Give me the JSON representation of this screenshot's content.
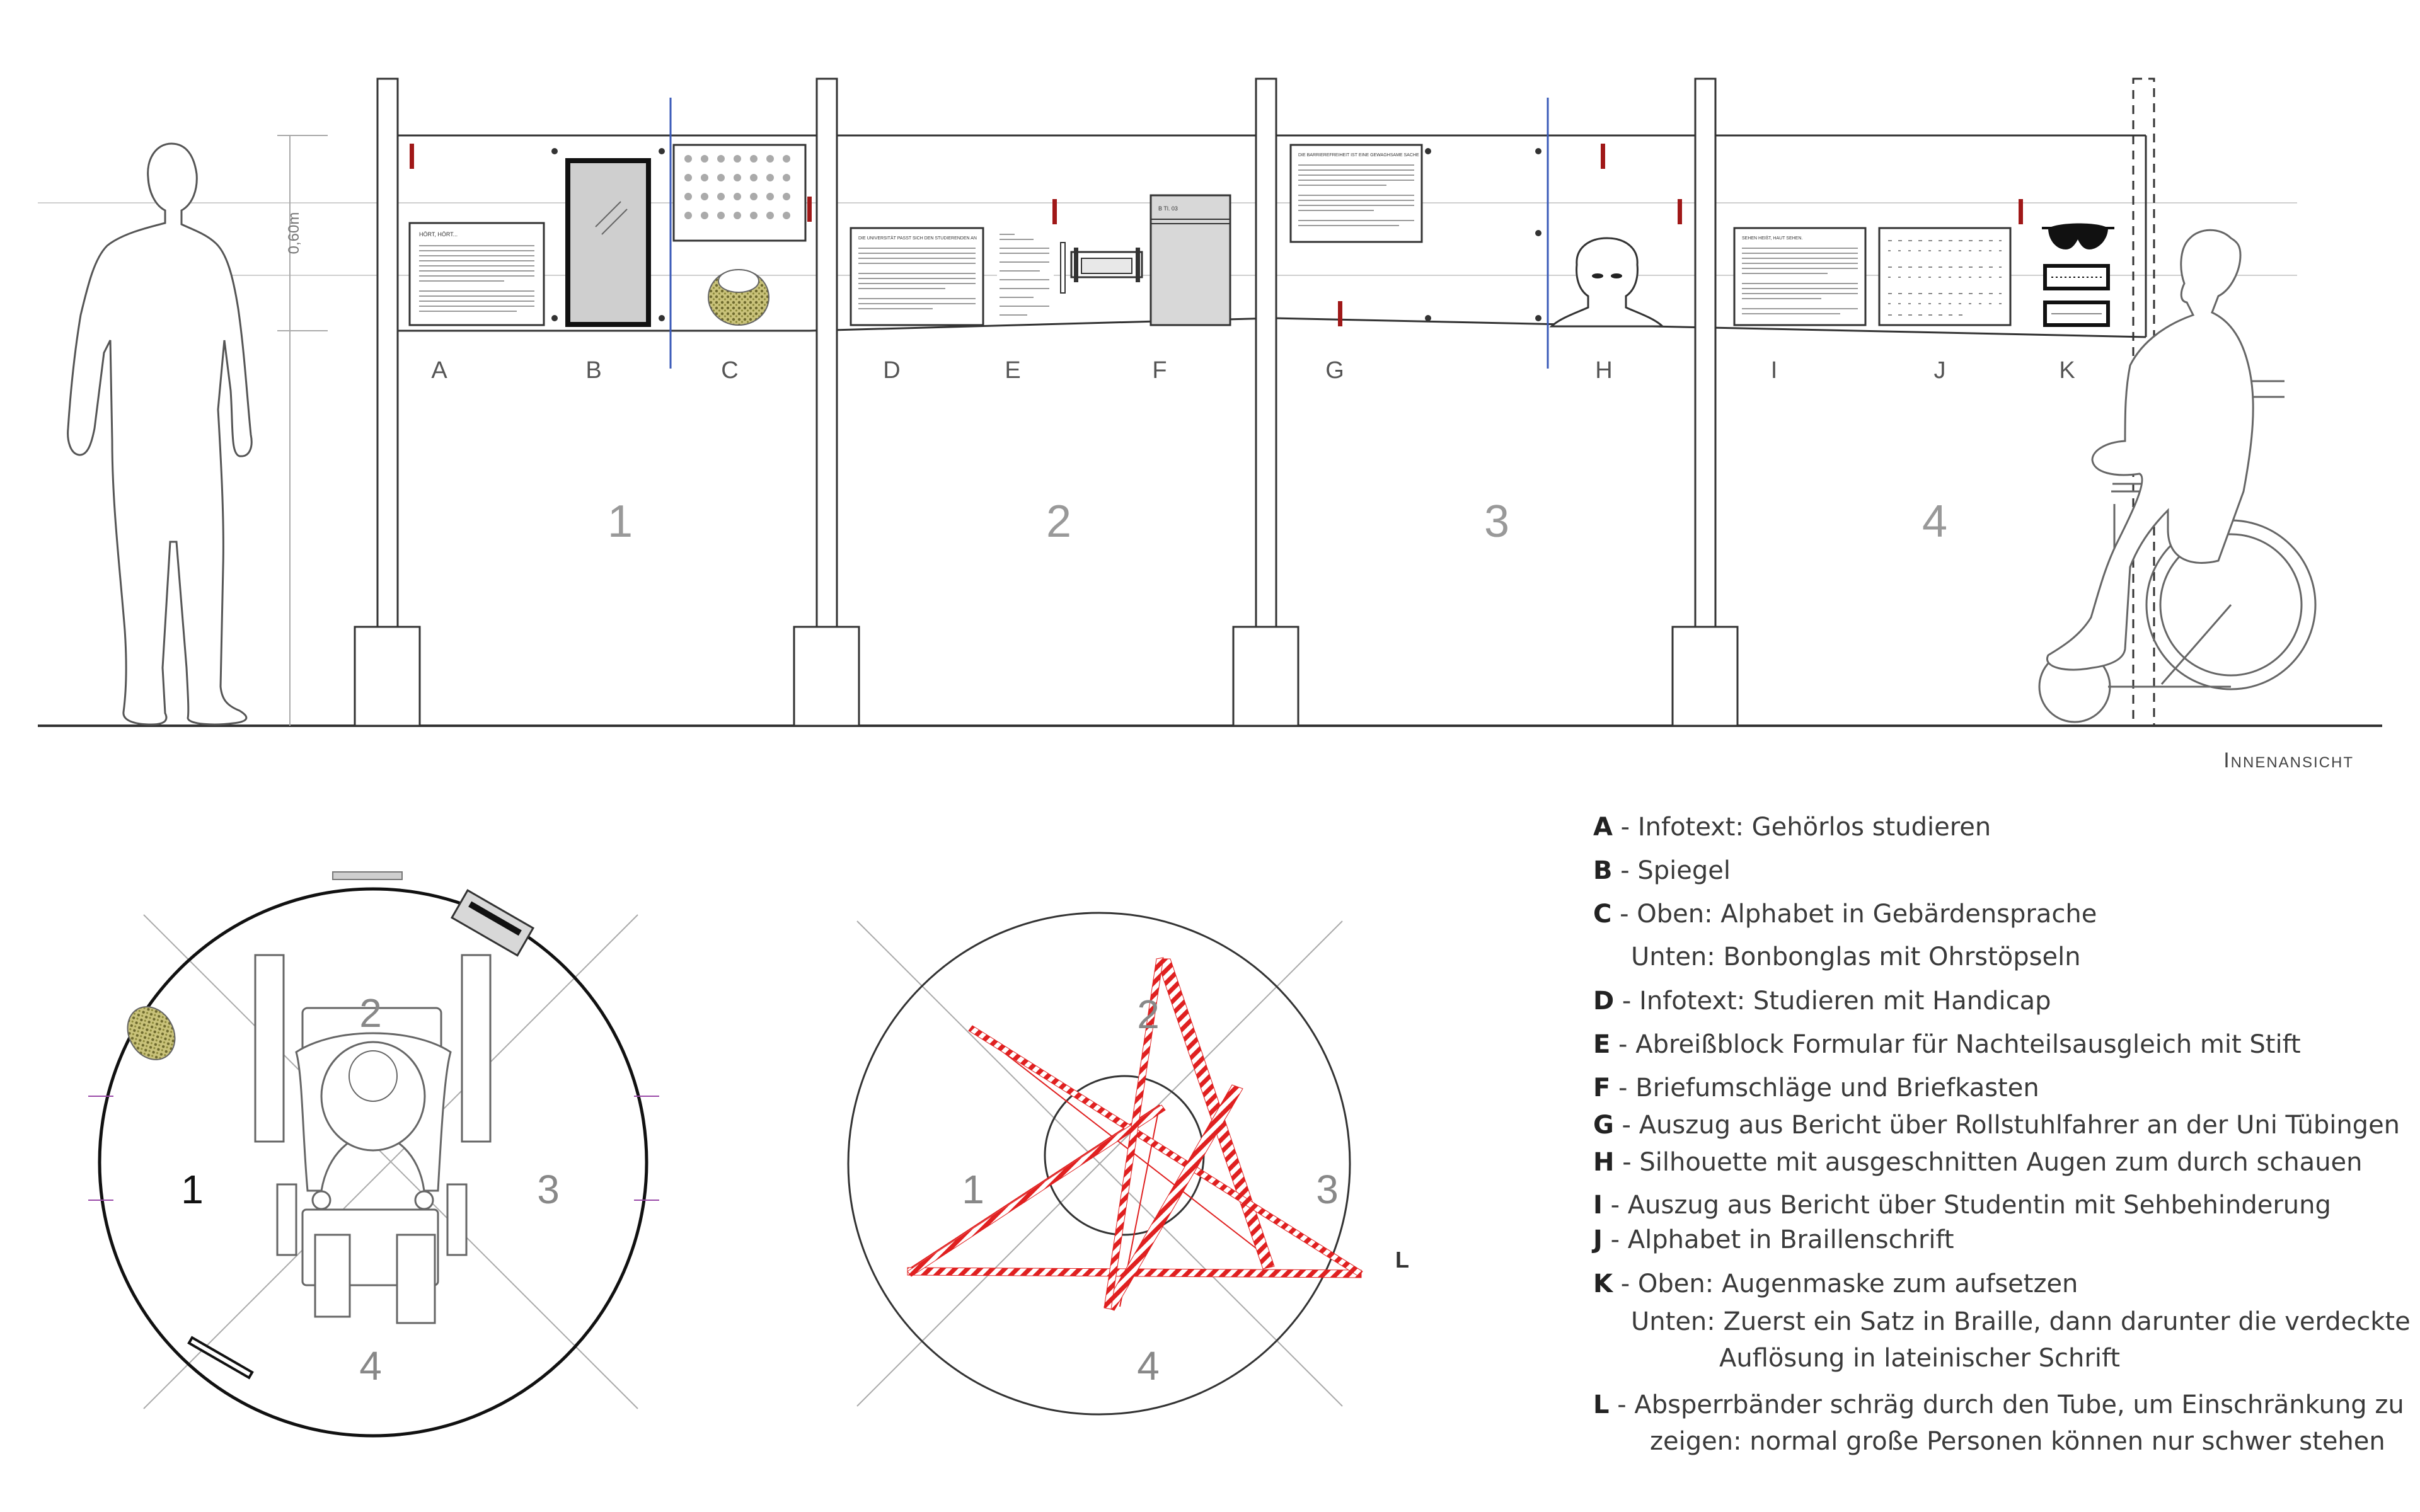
{
  "elevation": {
    "view_label": "Innenansicht",
    "height_label": "0,60m",
    "section_numbers": [
      "1",
      "2",
      "3",
      "4"
    ],
    "item_letters": [
      "A",
      "B",
      "C",
      "D",
      "E",
      "F",
      "G",
      "H",
      "I",
      "J",
      "K"
    ],
    "panel_headings": {
      "A": "HÖRT, HÖRT...",
      "D": "DIE UNIVERSITÄT PASST SICH DEN STUDIERENDEN AN",
      "G": "DIE BARRIEREFREIHEIT IST EINE GEWAGHSAME SACHE",
      "I": "SEHEN HEIßT, HAUT SEHEN."
    },
    "mailbox_label": "B Tl. 03"
  },
  "plans": {
    "left_numbers": [
      "1",
      "2",
      "3",
      "4"
    ],
    "right_numbers": [
      "1",
      "2",
      "3",
      "4"
    ],
    "tape_label": "L"
  },
  "colors": {
    "line": "#333333",
    "grey": "#8a8a8a",
    "accent_red": "#e02020",
    "mark_red": "#a01818",
    "blue": "#3a5ab8",
    "mirror": "#cfcfcf"
  },
  "legend": {
    "items": [
      {
        "letter": "A",
        "lines": [
          "Infotext: Gehörlos studieren"
        ]
      },
      {
        "letter": "B",
        "lines": [
          "Spiegel"
        ]
      },
      {
        "letter": "C",
        "lines": [
          "Oben: Alphabet in Gebärdensprache",
          "Unten: Bonbonglas mit Ohrstöpseln"
        ]
      },
      {
        "letter": "D",
        "lines": [
          "Infotext: Studieren mit Handicap"
        ]
      },
      {
        "letter": "E",
        "lines": [
          "Abreißblock Formular für Nachteilsausgleich mit Stift"
        ]
      },
      {
        "letter": "F",
        "lines": [
          "Briefumschläge und Briefkasten"
        ]
      },
      {
        "letter": "G",
        "lines": [
          "Auszug aus Bericht über Rollstuhlfahrer an der Uni Tübingen"
        ]
      },
      {
        "letter": "H",
        "lines": [
          "Silhouette mit ausgeschnitten Augen zum durch schauen"
        ]
      },
      {
        "letter": "I",
        "lines": [
          "Auszug aus Bericht über Studentin mit Sehbehinderung"
        ]
      },
      {
        "letter": "J",
        "lines": [
          "Alphabet in Braillenschrift"
        ]
      },
      {
        "letter": "K",
        "lines": [
          "Oben: Augenmaske zum aufsetzen",
          "Unten: Zuerst ein Satz in Braille, dann darunter die verdeckte",
          "Auflösung in lateinischer Schrift"
        ]
      },
      {
        "letter": "L",
        "lines": [
          "Absperrbänder schräg durch den Tube, um Einschränkung zu",
          "zeigen: normal große Personen können nur schwer stehen"
        ]
      }
    ]
  }
}
